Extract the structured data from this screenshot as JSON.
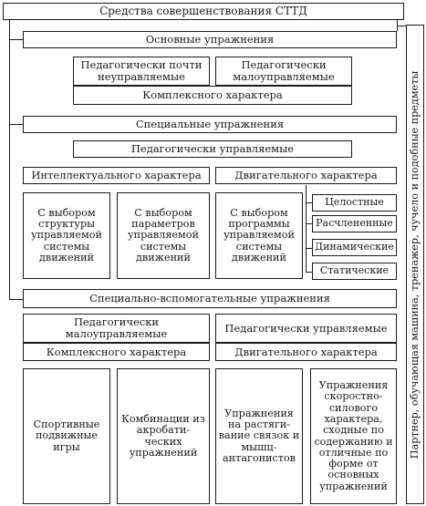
{
  "title": "Средства совершенствования СТТД",
  "side_label": "Партнер, обучающая машина, тренажер, чучело и подобные предметы",
  "main": {
    "label": "Основные упражнения",
    "left": "Педагогически почти неуправляемые",
    "right": "Педагогически малоуправляемые",
    "complex": "Комплексного характера"
  },
  "special": {
    "label": "Специальные упражнения",
    "controlled": "Педагогически управляемые",
    "intellectual": "Интеллектуального характера",
    "motor": "Двигательного характера",
    "choice_structure": "С выбором структуры управляемой системы движений",
    "choice_params": "С выбором параметров управляемой системы движений",
    "choice_program": "С выбором программы управляемой системы движений",
    "types": [
      "Целостные",
      "Расчлененные",
      "Динамические",
      "Статические"
    ]
  },
  "auxiliary": {
    "label": "Специально-вспомогательные упражнения",
    "left_title": "Педагогически малоуправляемые",
    "left_sub": "Комплексного характера",
    "right_title": "Педагогически управляемые",
    "right_sub": "Двигательного характера",
    "sports_games": "Спортивные подвижные игры",
    "acrobatics": "Комбинации из акробати-ческих упражнений",
    "stretching": "Упражнения на растяги-вание связок и мышц-антагонистов",
    "speed_strength": "Упражнения скоростно-силового характера, сходные по содержанию и отличные по форме от основных упражнений"
  }
}
